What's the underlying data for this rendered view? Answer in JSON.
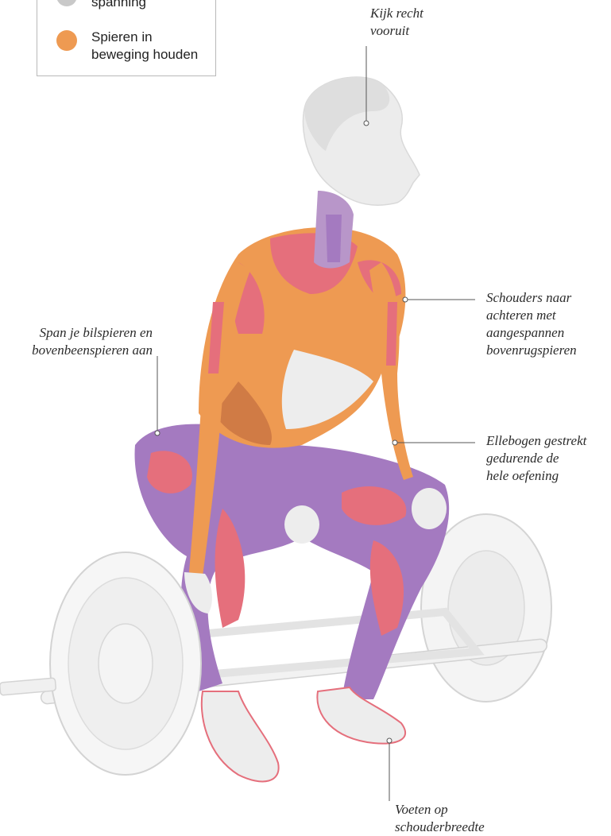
{
  "legend": {
    "items": [
      {
        "label": "spanning",
        "color": "#c9c9c9"
      },
      {
        "label": "Spieren in\nbeweging houden",
        "color": "#ee9a52"
      }
    ]
  },
  "callouts": {
    "head": "Kijk recht\nvooruit",
    "shoulders": "Schouders naar\nachteren met\naangespannen\nbovenrugspieren",
    "glutes": "Span je bilspieren en\nbovenbeenspieren aan",
    "elbows": "Ellebogen gestrekt\ngedurende de\nhele oefening",
    "feet": "Voeten op\nschouderbreedte"
  },
  "colors": {
    "skin": "#e4e4e4",
    "orange": "#ee9a52",
    "red": "#e56f7c",
    "purple": "#a47ac0",
    "bar": "#f2f2f2",
    "leader": "#555555"
  }
}
